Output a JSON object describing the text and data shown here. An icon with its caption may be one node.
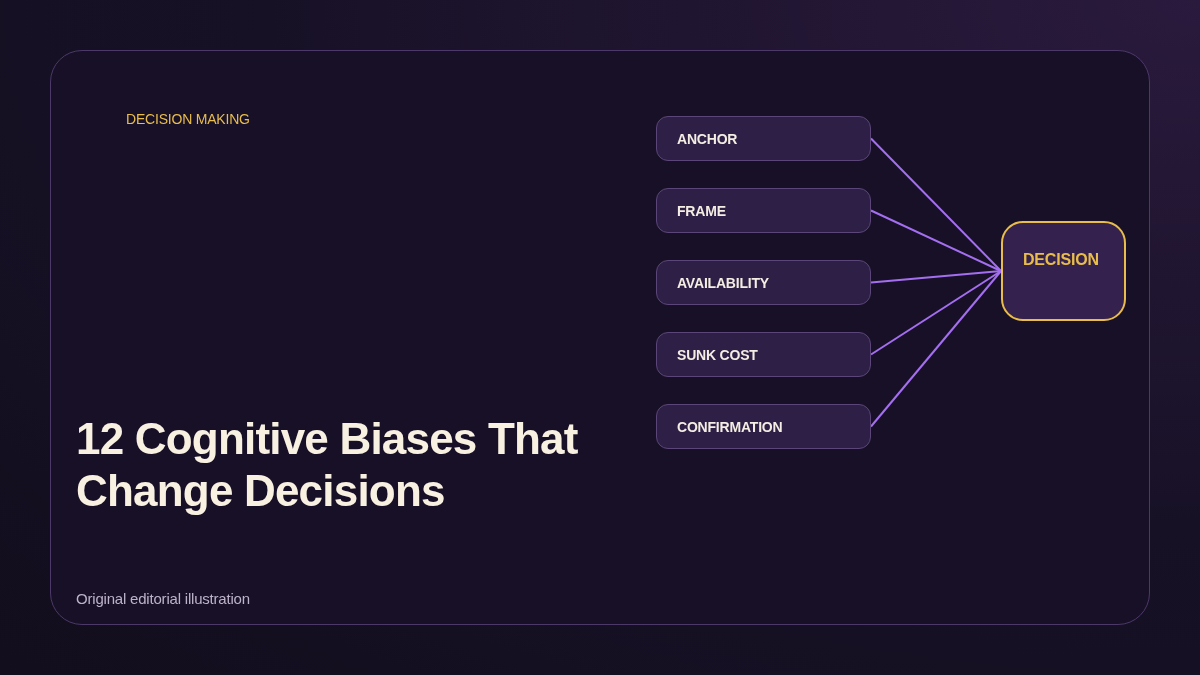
{
  "diagram": {
    "title": "12 Cognitive Biases That Change Decisions",
    "nodes": [
      {
        "text": [
          "ANCHOR"
        ]
      },
      {
        "text": [
          "FRAME"
        ]
      },
      {
        "text": [
          "AVAILABILITY"
        ]
      },
      {
        "text": [
          "SUNK COST"
        ]
      },
      {
        "text": [
          "CONFIRMATION"
        ]
      },
      {
        "text": [
          "DECISION"
        ]
      }
    ],
    "edges": [
      {
        "from": 0,
        "to": 5,
        "arrow": "none"
      },
      {
        "from": 1,
        "to": 5,
        "arrow": "none"
      },
      {
        "from": 2,
        "to": 5,
        "arrow": "none"
      },
      {
        "from": 3,
        "to": 5,
        "arrow": "none"
      },
      {
        "from": 4,
        "to": 5,
        "arrow": "none"
      }
    ],
    "labels": [
      "DECISION MAKING",
      "Original editorial illustration"
    ]
  }
}
